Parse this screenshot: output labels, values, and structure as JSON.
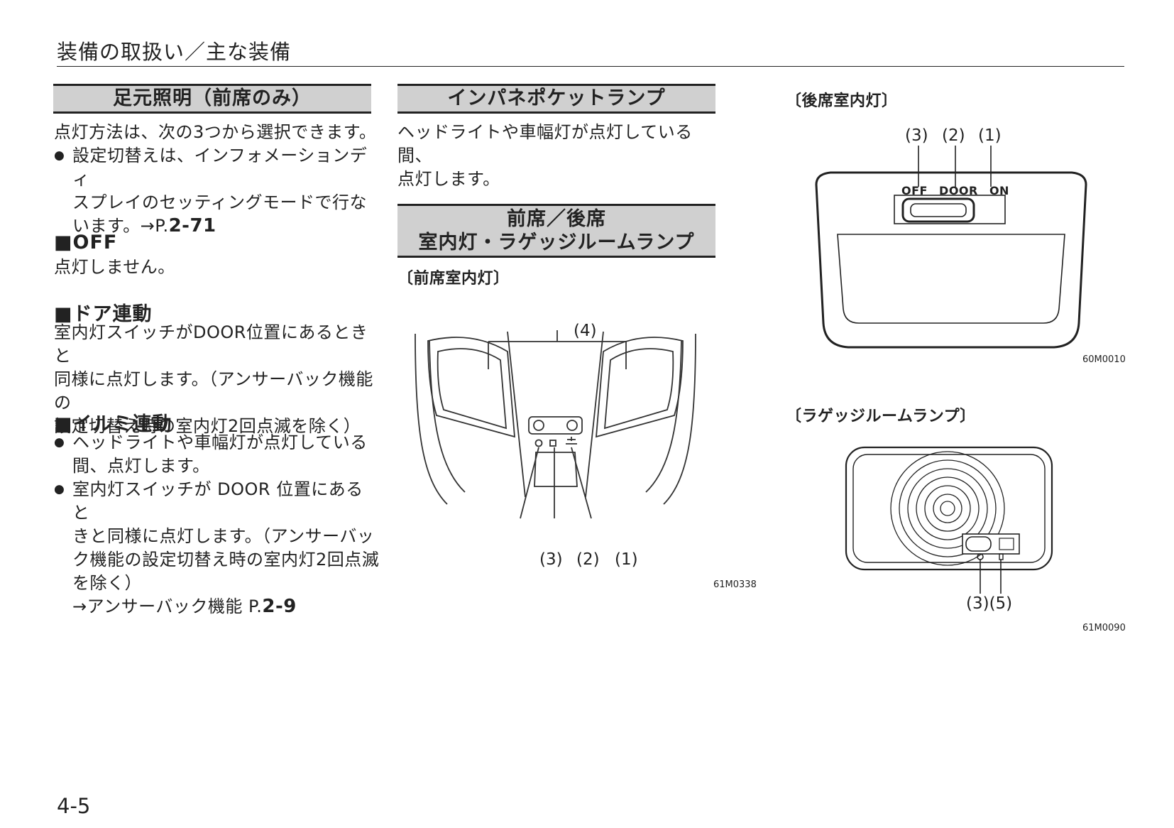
{
  "header": {
    "title": "装備の取扱い／主な装備"
  },
  "col1": {
    "section_title": "足元照明（前席のみ）",
    "intro": "点灯方法は、次の3つから選択できます。",
    "bullet1_line1": "設定切替えは、インフォメーションディ",
    "bullet1_line2": "スプレイのセッティングモードで行な",
    "bullet1_line3_prefix": "います。→P.",
    "bullet1_ref": "2-71",
    "off_heading": "■OFF",
    "off_text": "点灯しません。",
    "door_heading": "■ドア連動",
    "door_line1": "室内灯スイッチがDOOR位置にあるときと",
    "door_line2": "同様に点灯します。（アンサーバック機能の",
    "door_line3": "設定切替え時の室内灯2回点滅を除く）",
    "illumi_heading": "■イルミ連動",
    "illumi_b1_line1": "ヘッドライトや車幅灯が点灯している",
    "illumi_b1_line2": "間、点灯します。",
    "illumi_b2_line1": "室内灯スイッチが DOOR 位置にあると",
    "illumi_b2_line2": "きと同様に点灯します。（アンサーバッ",
    "illumi_b2_line3": "ク機能の設定切替え時の室内灯2回点滅",
    "illumi_b2_line4": "を除く）",
    "answerback_prefix": "→アンサーバック機能 P.",
    "answerback_ref": "2-9"
  },
  "col2": {
    "pocket_title": "インパネポケットランプ",
    "pocket_line1": "ヘッドライトや車幅灯が点灯している間、",
    "pocket_line2": "点灯します。",
    "room_title_line1": "前席／後席",
    "room_title_line2": "室内灯・ラゲッジルームランプ",
    "front_caption": "〔前席室内灯〕",
    "front_callouts": {
      "c4": "(4)",
      "c3": "(3)",
      "c2": "(2)",
      "c1": "(1)"
    },
    "front_code": "61M0338"
  },
  "col3": {
    "rear_caption": "〔後席室内灯〕",
    "rear_callouts": {
      "c3": "(3)",
      "c2": "(2)",
      "c1": "(1)"
    },
    "rear_switch_labels": {
      "off": "OFF",
      "door": "DOOR",
      "on": "ON"
    },
    "rear_code": "60M0010",
    "luggage_caption": "〔ラゲッジルームランプ〕",
    "luggage_callouts": "(3)(5)",
    "luggage_code": "61M0090"
  },
  "footer": {
    "page": "4-5"
  }
}
